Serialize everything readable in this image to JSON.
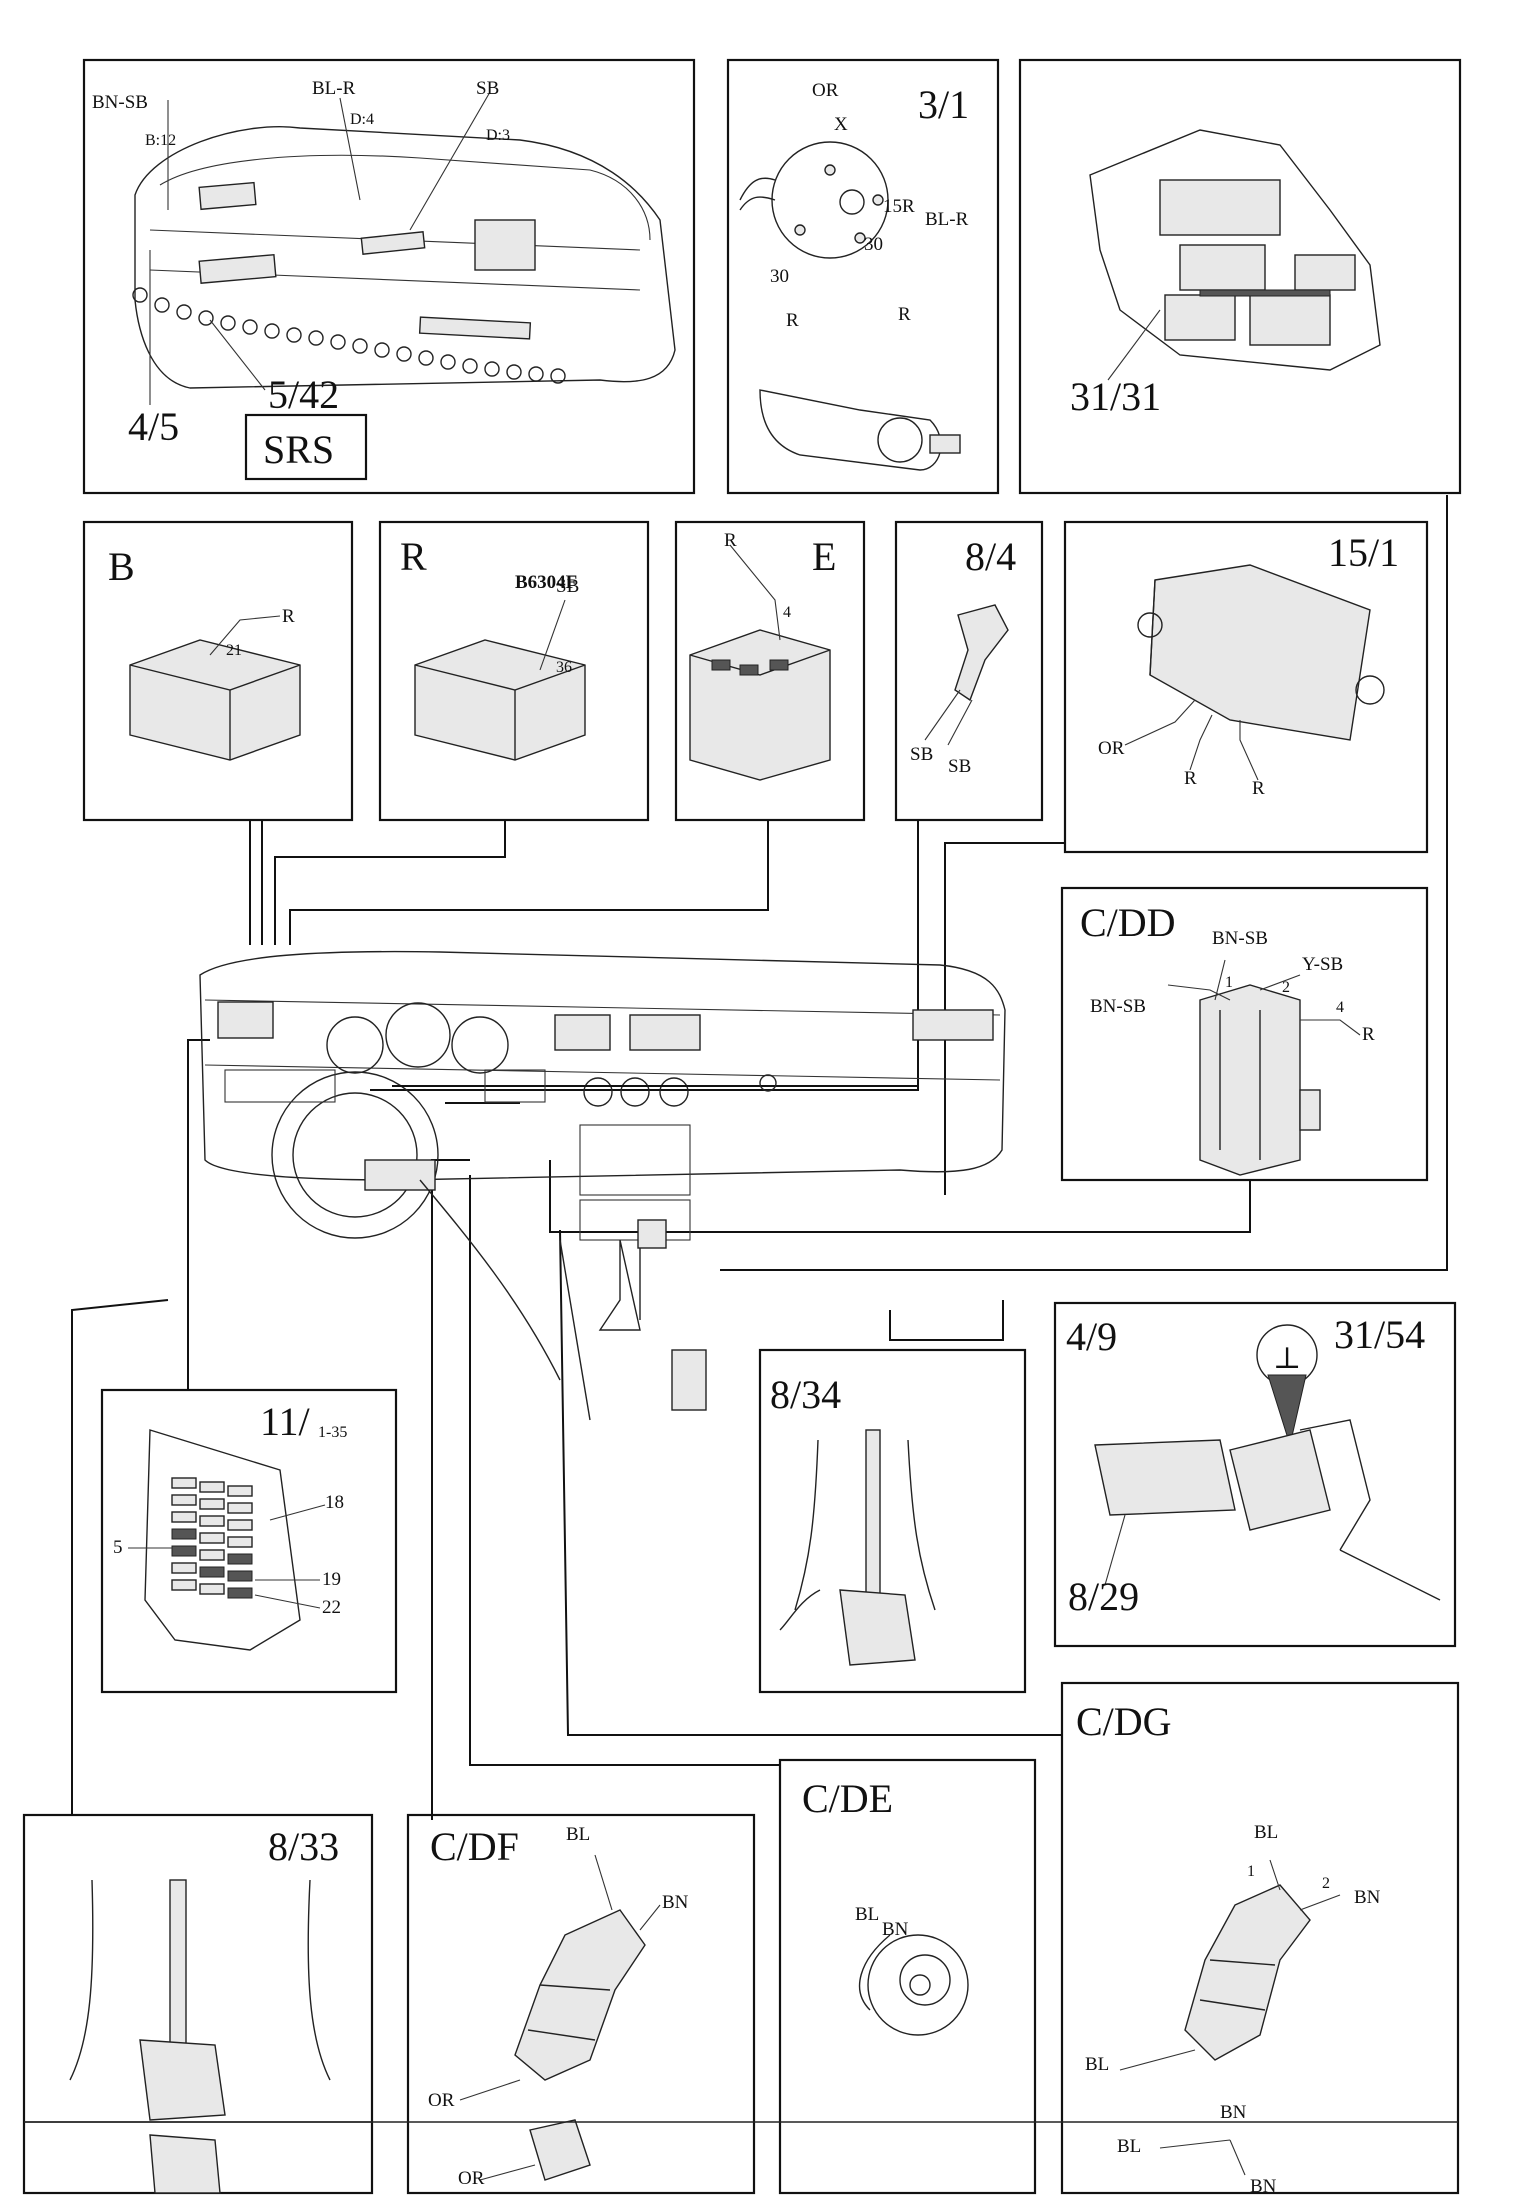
{
  "panels": {
    "cluster": {
      "labels": [
        "BN-SB",
        "B:12",
        "BL-R",
        "D:4",
        "SB",
        "D:3",
        "4/5",
        "5/42"
      ],
      "srs": "SRS"
    },
    "p3_1": {
      "title": "3/1",
      "labels": [
        "OR",
        "X",
        "15R",
        "BL-R",
        "30",
        "30",
        "R",
        "R"
      ]
    },
    "p31_31": {
      "title": "31/31"
    },
    "pB": {
      "title": "B",
      "labels": [
        "R",
        "21"
      ]
    },
    "pR": {
      "title": "R",
      "code": "B6304F",
      "labels": [
        "SB",
        "36"
      ]
    },
    "pE": {
      "title": "E",
      "labels": [
        "R",
        "4"
      ]
    },
    "p8_4": {
      "title": "8/4",
      "labels": [
        "SB",
        "SB"
      ]
    },
    "p15_1": {
      "title": "15/1",
      "labels": [
        "OR",
        "R",
        "R"
      ]
    },
    "pCDD": {
      "title": "C/DD",
      "labels": [
        "BN-SB",
        "Y-SB",
        "BN-SB",
        "1",
        "2",
        "4",
        "R"
      ]
    },
    "p11": {
      "title": "11/",
      "sub": "1-35",
      "labels": [
        "18",
        "5",
        "19",
        "22"
      ]
    },
    "p8_34": {
      "title": "8/34"
    },
    "p4_9": {
      "title": "4/9",
      "title2": "31/54",
      "label": "8/29",
      "ground": "⊥"
    },
    "pCDG": {
      "title": "C/DG",
      "labels": [
        "BL",
        "1",
        "2",
        "BN",
        "BL",
        "BN",
        "BL",
        "BN"
      ]
    },
    "pCDE": {
      "title": "C/DE",
      "labels": [
        "BL",
        "BN"
      ]
    },
    "pCDF": {
      "title": "C/DF",
      "labels": [
        "BL",
        "BN",
        "OR",
        "OR"
      ]
    },
    "p8_33": {
      "title": "8/33"
    }
  }
}
